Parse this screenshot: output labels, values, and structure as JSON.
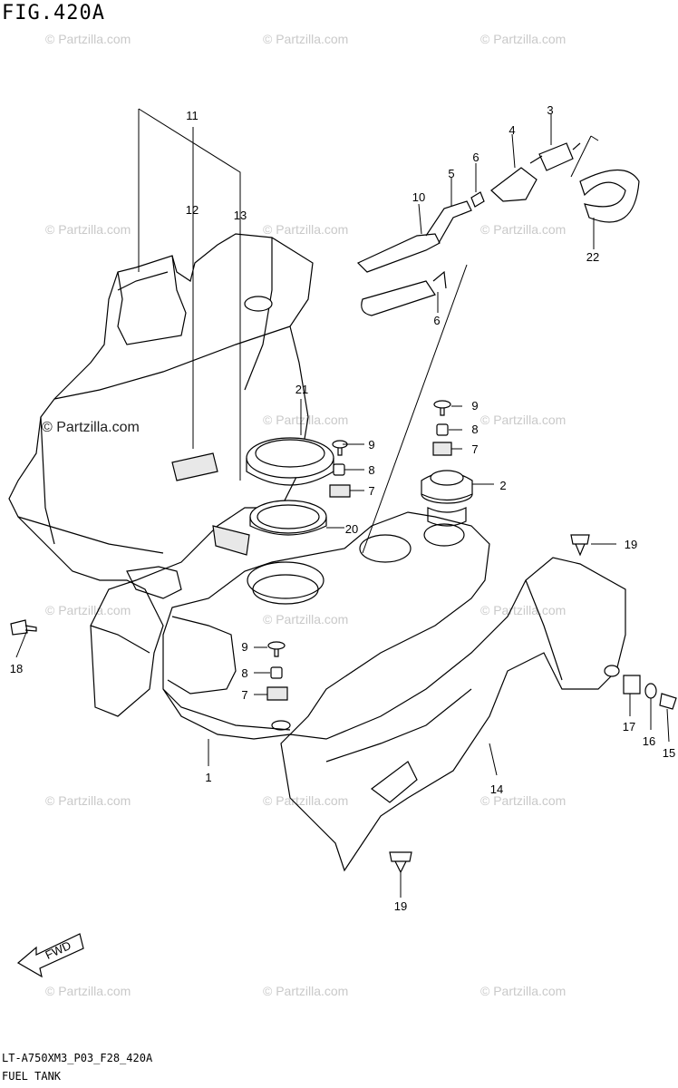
{
  "figure": {
    "title": "FIG.420A",
    "model_code": "LT-A750XM3_P03_F28_420A",
    "name": "FUEL TANK"
  },
  "watermark": {
    "text": "© Partzilla.com",
    "prominent_text": "© Partzilla.com"
  },
  "callouts": {
    "c1": "1",
    "c2": "2",
    "c3": "3",
    "c4": "4",
    "c5": "5",
    "c6a": "6",
    "c6b": "6",
    "c7a": "7",
    "c7b": "7",
    "c7c": "7",
    "c8a": "8",
    "c8b": "8",
    "c8c": "8",
    "c9a": "9",
    "c9b": "9",
    "c9c": "9",
    "c10": "10",
    "c11": "11",
    "c12": "12",
    "c13": "13",
    "c14": "14",
    "c15": "15",
    "c16": "16",
    "c17": "17",
    "c18": "18",
    "c19a": "19",
    "c19b": "19",
    "c20": "20",
    "c21": "21",
    "c22": "22"
  },
  "fwd_label": "FWD"
}
